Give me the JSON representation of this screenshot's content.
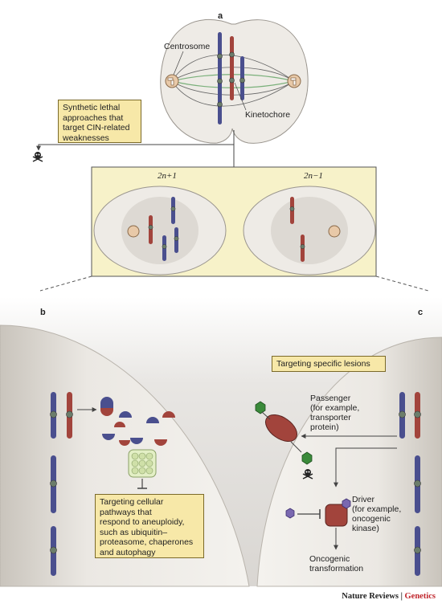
{
  "panels": {
    "a": "a",
    "b": "b",
    "c": "c"
  },
  "panel_a": {
    "centrosome_label": "Centrosome",
    "kinetochore_label": "Kinetochore",
    "synthetic_lethal_box": [
      "Synthetic lethal",
      "approaches that",
      "target CIN-related",
      "weaknesses"
    ],
    "daughter_left_label": "2n+1",
    "daughter_right_label": "2n−1"
  },
  "panel_b": {
    "box": [
      "Targeting cellular",
      "pathways that",
      "respond to aneuploidy,",
      "such as ubiquitin–",
      "proteasome, chaperones",
      "and autophagy"
    ]
  },
  "panel_c": {
    "box": "Targeting specific lesions",
    "passenger_label": [
      "Passenger",
      "(for example,",
      "transporter",
      "protein)"
    ],
    "driver_label": [
      "Driver",
      "(for example,",
      "oncogenic",
      "kinase)"
    ],
    "outcome_label": [
      "Oncogenic",
      "transformation"
    ]
  },
  "credit": {
    "journal": "Nature Reviews",
    "separator": " | ",
    "section": "Genetics"
  },
  "colors": {
    "blue_chromosome": "#4a4f8e",
    "red_chromosome": "#a2443c",
    "highlight_box": "#f7e8a8",
    "cell": "#eeebe6"
  }
}
